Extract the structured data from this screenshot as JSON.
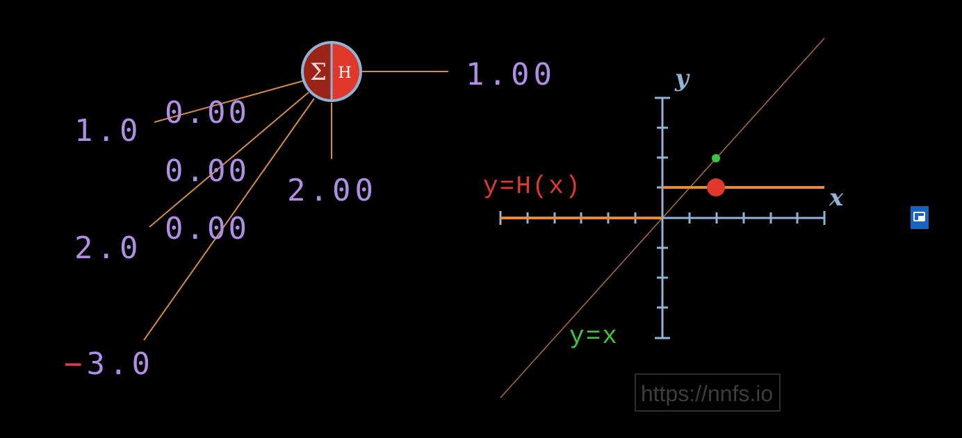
{
  "inputs": [
    {
      "value": "1.0",
      "color": "#b08ee6"
    },
    {
      "value": "2.0",
      "color": "#b08ee6"
    },
    {
      "value": "3.0",
      "sign": "−",
      "color": "#b08ee6",
      "sign_color": "#e8334a"
    }
  ],
  "weights": [
    "0.00",
    "0.00",
    "0.00"
  ],
  "bias": "2.00",
  "output": "1.00",
  "neuron": {
    "sum_symbol": "Σ",
    "activation_symbol": "H"
  },
  "plot": {
    "x_label": "x",
    "y_label": "y",
    "step_label": "y=H(x)",
    "identity_label": "y=x"
  },
  "watermark": "https://nnfs.io",
  "colors": {
    "text": "#b08ee6",
    "wire": "#d98b45",
    "axis": "#8fb4d6",
    "step": "#e8893a",
    "identity": "#a6683a",
    "red": "#e0392b",
    "green": "#3cc43c"
  }
}
